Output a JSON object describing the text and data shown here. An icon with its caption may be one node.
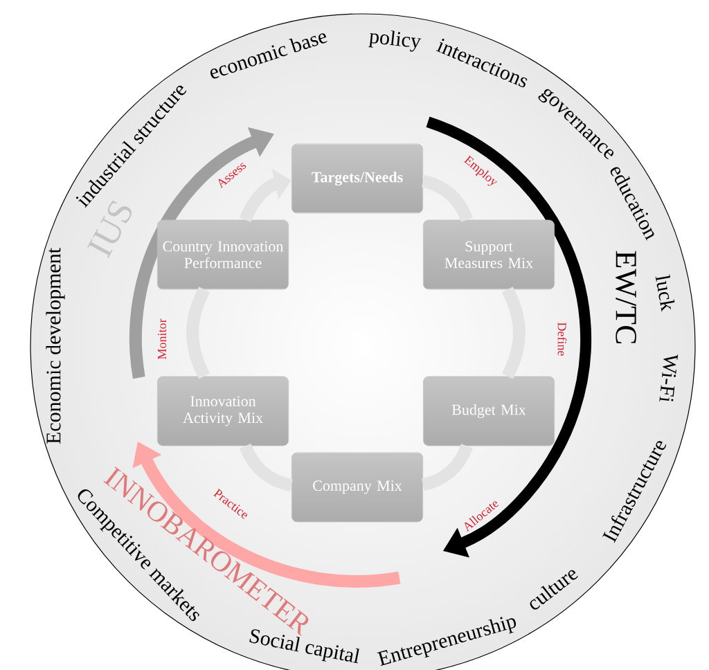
{
  "diagram": {
    "nodes": [
      {
        "text": [
          "Targets/Needs"
        ]
      },
      {
        "text": [
          "Country Innovation Performance"
        ]
      },
      {
        "text": [
          "Support Measures Mix"
        ]
      },
      {
        "text": [
          "Innovation Activity Mix"
        ]
      },
      {
        "text": [
          "Budget Mix"
        ]
      },
      {
        "text": [
          "Company Mix"
        ]
      }
    ],
    "edges": [
      {
        "from": 0,
        "to": 2,
        "arrow": "none",
        "label": "Employ"
      },
      {
        "from": 2,
        "to": 4,
        "arrow": "none",
        "label": "Define"
      },
      {
        "from": 4,
        "to": 5,
        "arrow": "none",
        "label": "Allocate"
      },
      {
        "from": 5,
        "to": 3,
        "arrow": "none",
        "label": "Practice"
      },
      {
        "from": 3,
        "to": 1,
        "arrow": "none",
        "label": "Monitor"
      },
      {
        "from": 1,
        "to": 0,
        "arrow": "to",
        "label": "Assess"
      }
    ],
    "labels": [
      "industrial structure",
      "economic base",
      "policy",
      "interactions",
      "governance",
      "education",
      "luck",
      "Wi-Fi",
      "Infrastructure",
      "culture",
      "Entrepreneurship",
      "Social capital",
      "Competitive markets",
      "Economic development",
      "IUS",
      "EW/TC",
      "INNOBAROMETER"
    ]
  }
}
